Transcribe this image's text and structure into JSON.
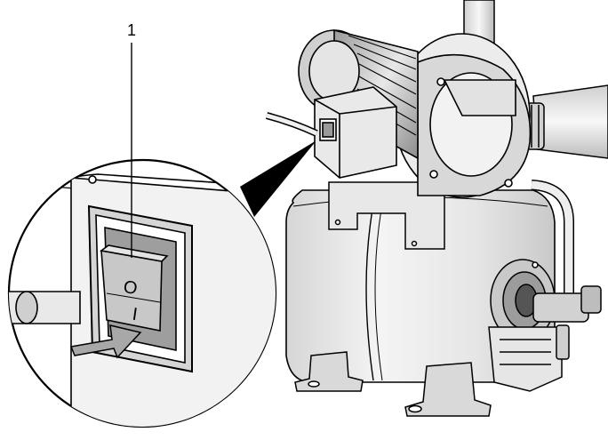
{
  "callout": {
    "number": "1"
  },
  "switch": {
    "off_symbol": "O",
    "on_symbol": "I"
  },
  "colors": {
    "line": "#000000",
    "background": "#ffffff",
    "metal_light": "#e4e4e4",
    "metal_mid": "#bdbdbd",
    "metal_dark": "#7a7a7a",
    "switch_rocker": "#c8c8c8",
    "arrow_fill": "#a8a8a8",
    "zoom_cone": "#000000"
  }
}
